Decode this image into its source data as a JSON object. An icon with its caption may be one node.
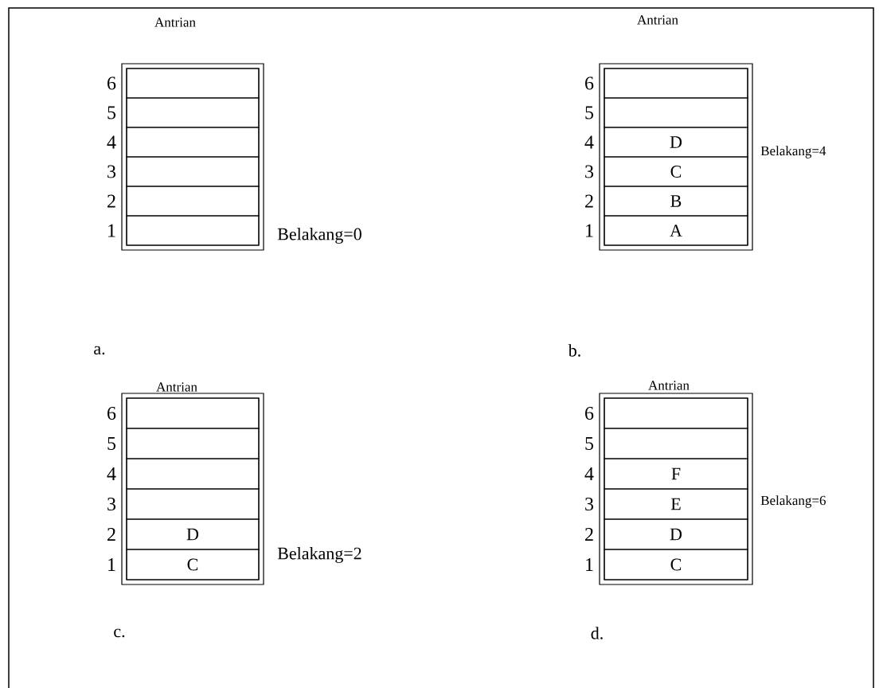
{
  "diagram": {
    "nodes": [
      {
        "text": [
          "Antrian"
        ],
        "beside": [
          "Belakang=0"
        ]
      },
      {
        "text": [],
        "shape": "box",
        "in": 0,
        "beside": [
          "6"
        ]
      },
      {
        "text": [],
        "shape": "box",
        "in": 0,
        "beside": [
          "5"
        ]
      },
      {
        "text": [],
        "shape": "box",
        "in": 0,
        "beside": [
          "4"
        ]
      },
      {
        "text": [],
        "shape": "box",
        "in": 0,
        "beside": [
          "3"
        ]
      },
      {
        "text": [],
        "shape": "box",
        "in": 0,
        "beside": [
          "2"
        ]
      },
      {
        "text": [],
        "shape": "box",
        "in": 0,
        "beside": [
          "1"
        ]
      },
      {
        "text": [
          "Antrian"
        ],
        "beside": [
          "Belakang=4"
        ]
      },
      {
        "text": [],
        "shape": "box",
        "in": 7,
        "beside": [
          "6"
        ]
      },
      {
        "text": [],
        "shape": "box",
        "in": 7,
        "beside": [
          "5"
        ]
      },
      {
        "text": [
          "D"
        ],
        "in": 7,
        "beside": [
          "4"
        ]
      },
      {
        "text": [
          "C"
        ],
        "in": 7,
        "beside": [
          "3"
        ]
      },
      {
        "text": [
          "B"
        ],
        "in": 7,
        "beside": [
          "2"
        ]
      },
      {
        "text": [
          "A"
        ],
        "in": 7,
        "beside": [
          "1"
        ]
      },
      {
        "text": [
          "Antrian"
        ],
        "beside": [
          "Belakang=2"
        ]
      },
      {
        "text": [],
        "shape": "box",
        "in": 14,
        "beside": [
          "6"
        ]
      },
      {
        "text": [],
        "shape": "box",
        "in": 14,
        "beside": [
          "5"
        ]
      },
      {
        "text": [],
        "shape": "box",
        "in": 14,
        "beside": [
          "4"
        ]
      },
      {
        "text": [],
        "shape": "box",
        "in": 14,
        "beside": [
          "3"
        ]
      },
      {
        "text": [
          "D"
        ],
        "in": 14,
        "beside": [
          "2"
        ]
      },
      {
        "text": [
          "C"
        ],
        "in": 14,
        "beside": [
          "1"
        ]
      },
      {
        "text": [
          "Antrian"
        ],
        "beside": [
          "Belakang=6"
        ]
      },
      {
        "text": [],
        "shape": "box",
        "in": 21,
        "beside": [
          "6"
        ]
      },
      {
        "text": [],
        "shape": "box",
        "in": 21,
        "beside": [
          "5"
        ]
      },
      {
        "text": [
          "F"
        ],
        "in": 21,
        "beside": [
          "4"
        ]
      },
      {
        "text": [
          "E"
        ],
        "in": 21,
        "beside": [
          "3"
        ]
      },
      {
        "text": [
          "D"
        ],
        "in": 21,
        "beside": [
          "2"
        ]
      },
      {
        "text": [
          "C"
        ],
        "in": 21,
        "beside": [
          "1"
        ]
      }
    ],
    "labels": [
      "a.",
      "b.",
      "c.",
      "d."
    ]
  }
}
